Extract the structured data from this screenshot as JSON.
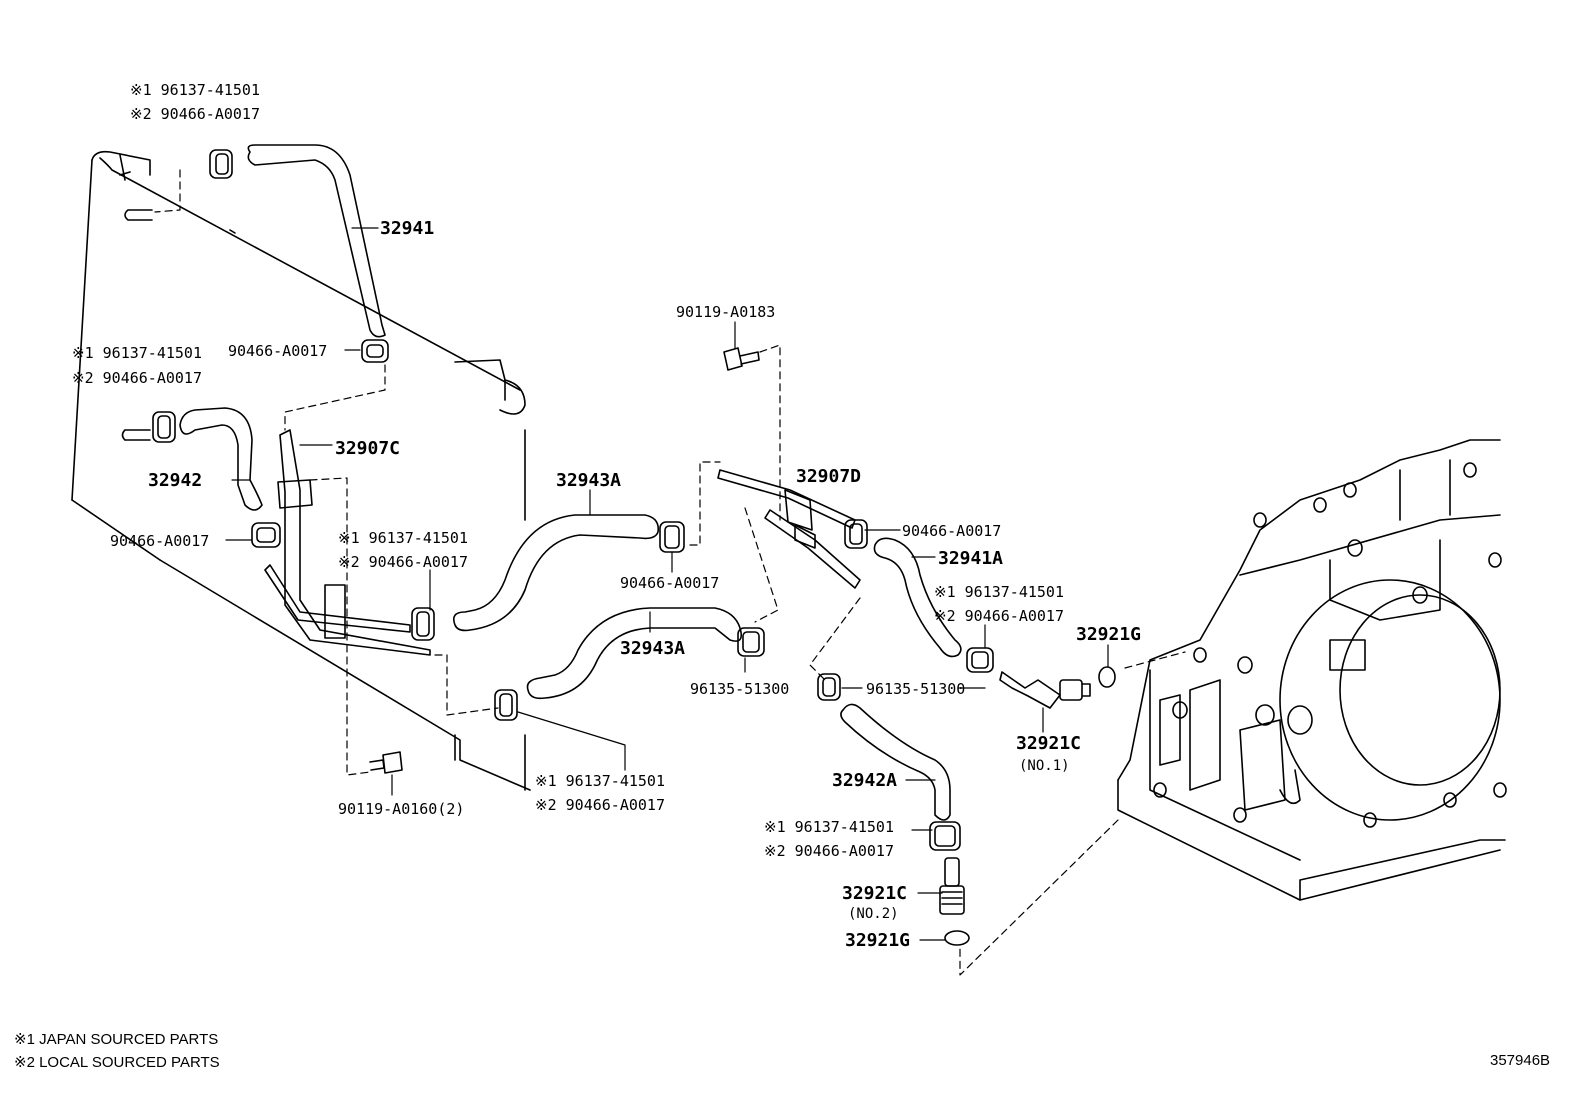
{
  "callouts": {
    "top_note1": "※1 96137-41501",
    "top_note2": "※2 90466-A0017",
    "p32941": "32941",
    "left_note1": "※1 96137-41501",
    "left_clamp": "90466-A0017",
    "left_note2": "※2 90466-A0017",
    "p32907C": "32907C",
    "p32942": "32942",
    "left_lower_clamp": "90466-A0017",
    "mid_note1": "※1 96137-41501",
    "mid_note2": "※2 90466-A0017",
    "p32943A_upper": "32943A",
    "p32943A_upper_clamp": "90466-A0017",
    "p32943A_lower": "32943A",
    "lower_clip_left": "96135-51300",
    "bolt_top": "90119-A0183",
    "p32907D": "32907D",
    "right_clamp": "90466-A0017",
    "p32941A": "32941A",
    "right_note1": "※1 96137-41501",
    "right_note2": "※2 90466-A0017",
    "lower_clip_right": "96135-51300",
    "p32921G_upper": "32921G",
    "p32921C_upper": "32921C",
    "p32921C_upper_no": "(NO.1)",
    "bottom_left_note1": "※1 96137-41501",
    "bottom_left_note2": "※2 90466-A0017",
    "bolt_bottom": "90119-A0160(2)",
    "p32942A": "32942A",
    "bottom_right_note1": "※1 96137-41501",
    "bottom_right_note2": "※2 90466-A0017",
    "p32921C_lower": "32921C",
    "p32921C_lower_no": "(NO.2)",
    "p32921G_lower": "32921G"
  },
  "legend": {
    "line1": "※1 JAPAN SOURCED PARTS",
    "line2": "※2 LOCAL SOURCED PARTS"
  },
  "document_id": "357946B"
}
